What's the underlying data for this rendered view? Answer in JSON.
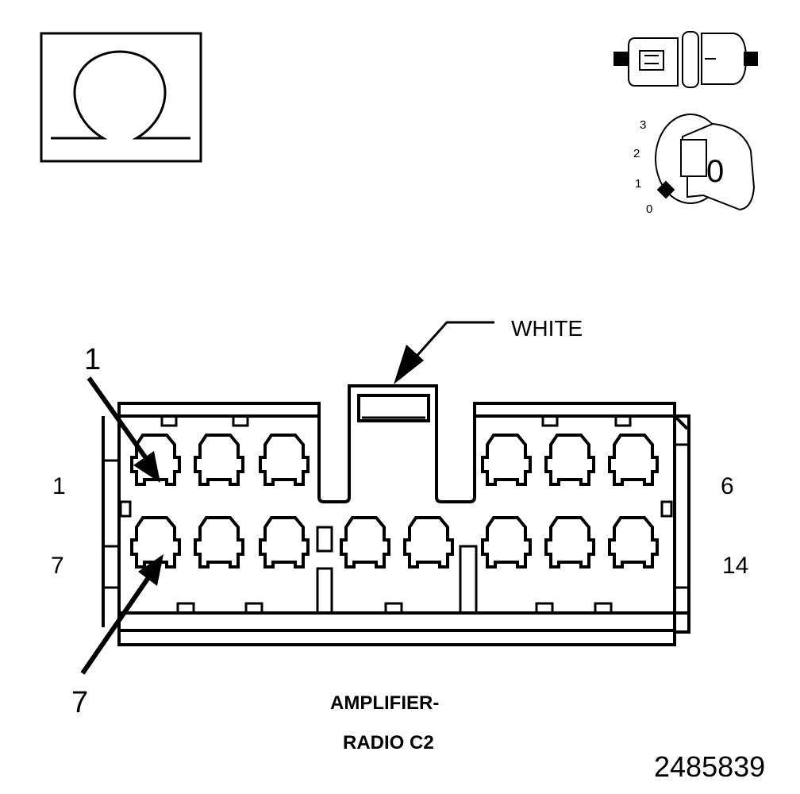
{
  "meter_icon": {
    "symbol": "ohm-icon"
  },
  "ignition_icon": {
    "positions": [
      "3",
      "2",
      "1",
      "0"
    ],
    "key_position": "0"
  },
  "connector": {
    "color_callout": "WHITE",
    "pin_callout_top": "1",
    "pin_callout_bottom": "7",
    "row1_left": "1",
    "row1_right": "6",
    "row2_left": "7",
    "row2_right": "14",
    "caption_line1": "AMPLIFIER-",
    "caption_line2": "RADIO C2"
  },
  "figure_number": "2485839"
}
